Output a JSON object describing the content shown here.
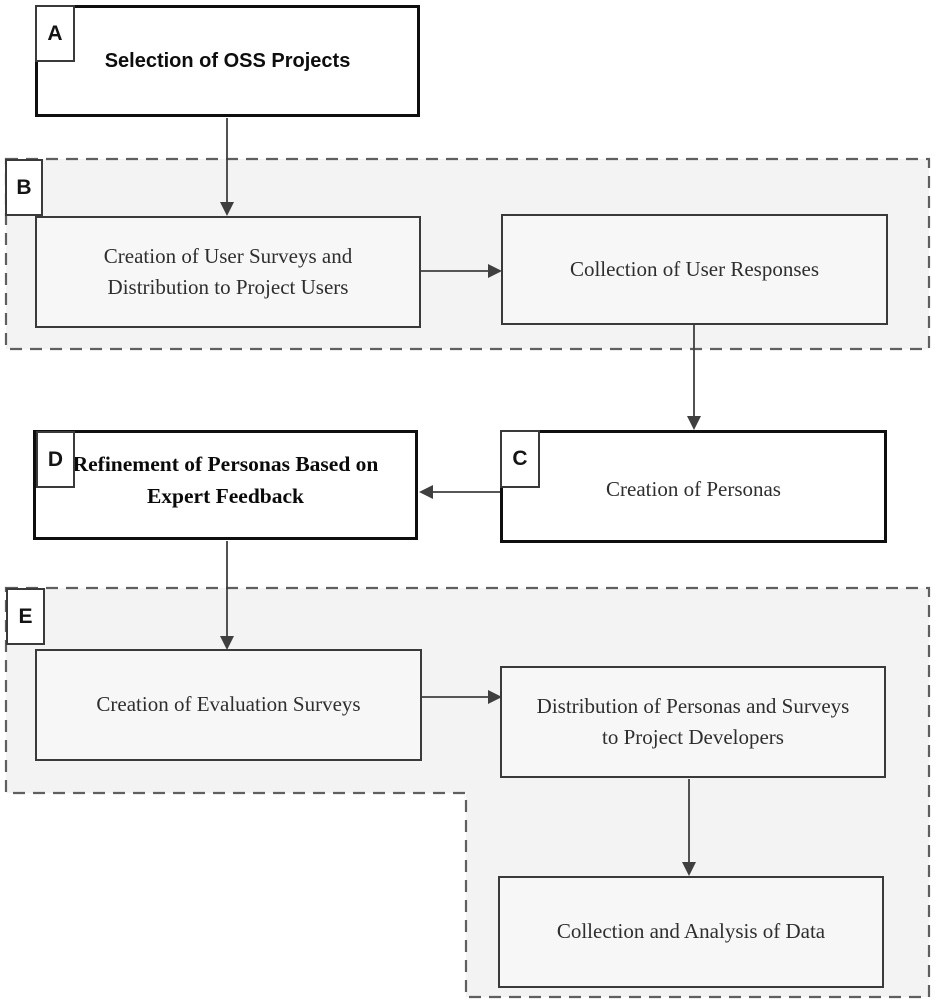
{
  "diagram": {
    "type": "flowchart",
    "nodes": {
      "a": {
        "label": "A",
        "text": "Selection of OSS Projects"
      },
      "b": {
        "label": "B"
      },
      "b1": {
        "text": "Creation of User  Surveys and\nDistribution to Project Users"
      },
      "b2": {
        "text": "Collection of User Responses"
      },
      "c": {
        "label": "C",
        "text": "Creation of Personas"
      },
      "d": {
        "label": "D",
        "text": "Refinement of Personas Based on\nExpert Feedback"
      },
      "e": {
        "label": "E"
      },
      "e1": {
        "text": "Creation of Evaluation Surveys"
      },
      "e2": {
        "text": "Distribution of Personas and Surveys\nto Project Developers"
      },
      "e3": {
        "text": "Collection and Analysis of Data"
      }
    },
    "edges": [
      {
        "from": "a",
        "to": "b1"
      },
      {
        "from": "b1",
        "to": "b2"
      },
      {
        "from": "b2",
        "to": "c"
      },
      {
        "from": "c",
        "to": "d"
      },
      {
        "from": "d",
        "to": "e1"
      },
      {
        "from": "e1",
        "to": "e2"
      },
      {
        "from": "e2",
        "to": "e3"
      }
    ],
    "colors": {
      "region_fill": "#f3f3f3",
      "dashed_border": "#5f5f5f",
      "solid_box_border": "#0f0f0f",
      "gray_box_border": "#3a3a3a",
      "arrow": "#3f3f3f"
    }
  }
}
